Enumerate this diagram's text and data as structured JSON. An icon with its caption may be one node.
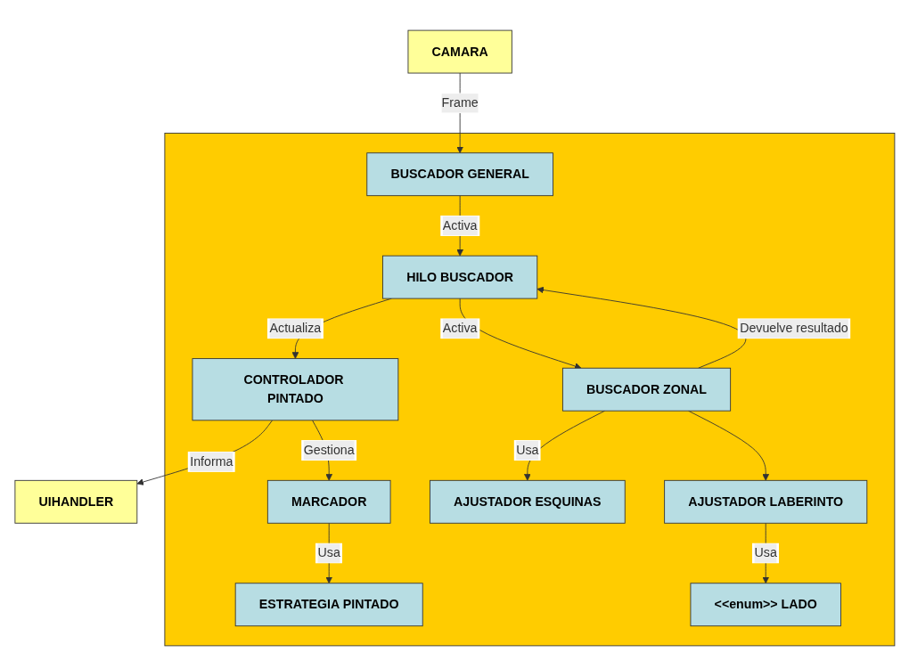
{
  "diagram": {
    "nodes": [
      {
        "text": [],
        "shape": "box"
      },
      {
        "text": [
          "CAMARA"
        ]
      },
      {
        "text": [
          "BUSCADOR GENERAL"
        ],
        "in": 0
      },
      {
        "text": [
          "HILO BUSCADOR"
        ],
        "in": 0
      },
      {
        "text": [
          "UIHANDLER"
        ]
      },
      {
        "text": [
          "CONTROLADOR PINTADO"
        ],
        "in": 0
      },
      {
        "text": [
          "BUSCADOR ZONAL"
        ],
        "in": 0
      },
      {
        "text": [
          "AJUSTADOR ESQUINAS"
        ],
        "in": 0
      },
      {
        "text": [
          "AJUSTADOR LABERINTO"
        ],
        "in": 0
      },
      {
        "text": [
          "MARCADOR"
        ],
        "in": 0
      },
      {
        "text": [
          "ESTRATEGIA PINTADO"
        ],
        "in": 0
      },
      {
        "text": [
          "<<enum>> LADO"
        ],
        "in": 0
      }
    ],
    "edges": [
      {
        "from": 1,
        "to": 2,
        "arrow": "to",
        "label": "Frame"
      },
      {
        "from": 2,
        "to": 3,
        "arrow": "to",
        "label": "Activa"
      },
      {
        "from": 3,
        "to": 5,
        "arrow": "to",
        "label": "Actualiza"
      },
      {
        "from": 5,
        "to": 4,
        "arrow": "to",
        "label": "Informa"
      },
      {
        "from": 3,
        "to": 6,
        "arrow": "to",
        "label": "Activa"
      },
      {
        "from": 6,
        "to": 3,
        "arrow": "to",
        "label": "Devuelve resultado"
      },
      {
        "from": 5,
        "to": 9,
        "arrow": "to",
        "label": "Gestiona"
      },
      {
        "from": 6,
        "to": 7,
        "arrow": "to",
        "label": "Usa"
      },
      {
        "from": 6,
        "to": 8,
        "arrow": "to"
      },
      {
        "from": 8,
        "to": 11,
        "arrow": "to",
        "label": "Usa"
      },
      {
        "from": 9,
        "to": 10,
        "arrow": "to",
        "label": "Usa"
      }
    ]
  }
}
